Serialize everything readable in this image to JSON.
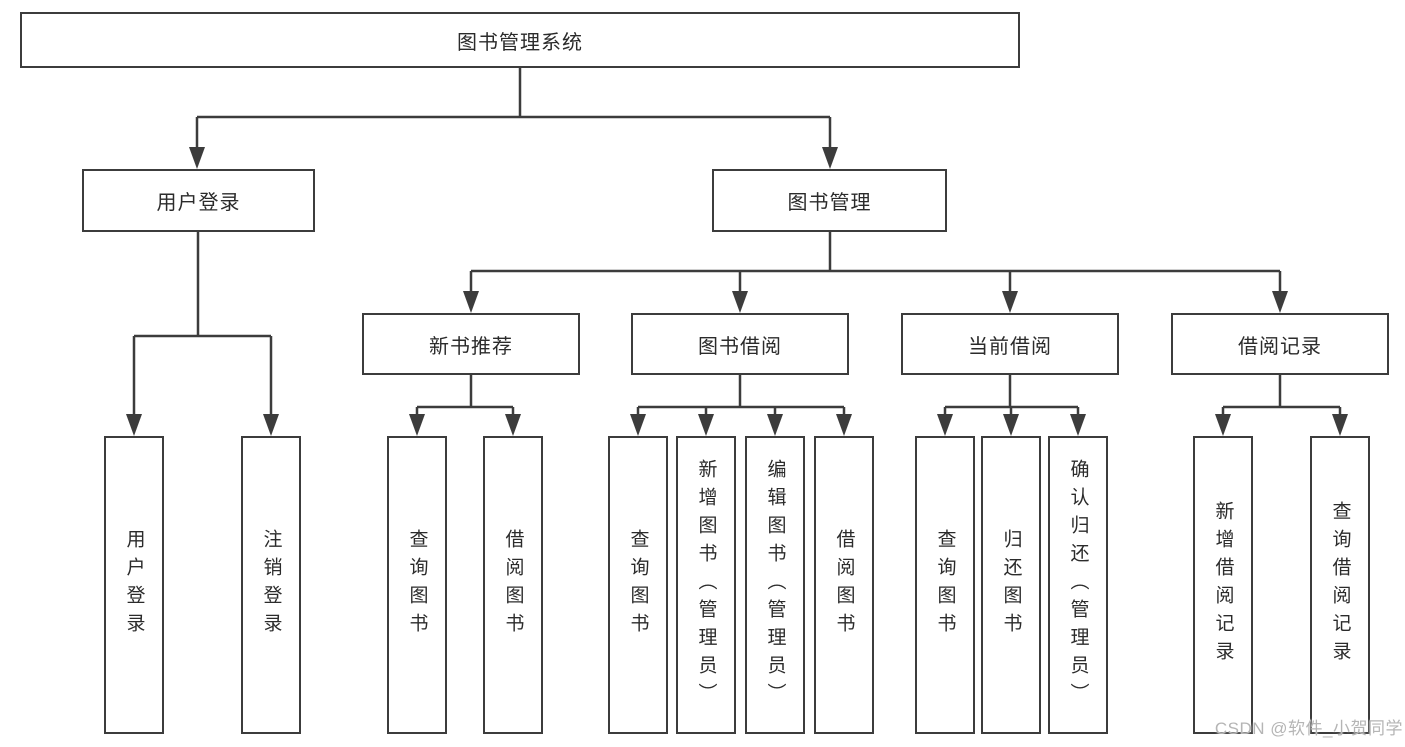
{
  "diagram": {
    "type": "tree",
    "colors": {
      "border": "#3c3c3c",
      "line": "#3c3c3c",
      "text": "#2b2b2b",
      "background": "#ffffff"
    },
    "root": {
      "label": "图书管理系统",
      "children": [
        {
          "label": "用户登录",
          "children": [
            {
              "label": "用户登录"
            },
            {
              "label": "注销登录"
            }
          ]
        },
        {
          "label": "图书管理",
          "children": [
            {
              "label": "新书推荐",
              "children": [
                {
                  "label": "查询图书"
                },
                {
                  "label": "借阅图书"
                }
              ]
            },
            {
              "label": "图书借阅",
              "children": [
                {
                  "label": "查询图书"
                },
                {
                  "label": "新增图书（管理员）"
                },
                {
                  "label": "编辑图书（管理员）"
                },
                {
                  "label": "借阅图书"
                }
              ]
            },
            {
              "label": "当前借阅",
              "children": [
                {
                  "label": "查询图书"
                },
                {
                  "label": "归还图书"
                },
                {
                  "label": "确认归还（管理员）"
                }
              ]
            },
            {
              "label": "借阅记录",
              "children": [
                {
                  "label": "新增借阅记录"
                },
                {
                  "label": "查询借阅记录"
                }
              ]
            }
          ]
        }
      ]
    }
  },
  "watermark": {
    "text": "CSDN @软件_小贺同学",
    "color": "#b5b5b5"
  }
}
